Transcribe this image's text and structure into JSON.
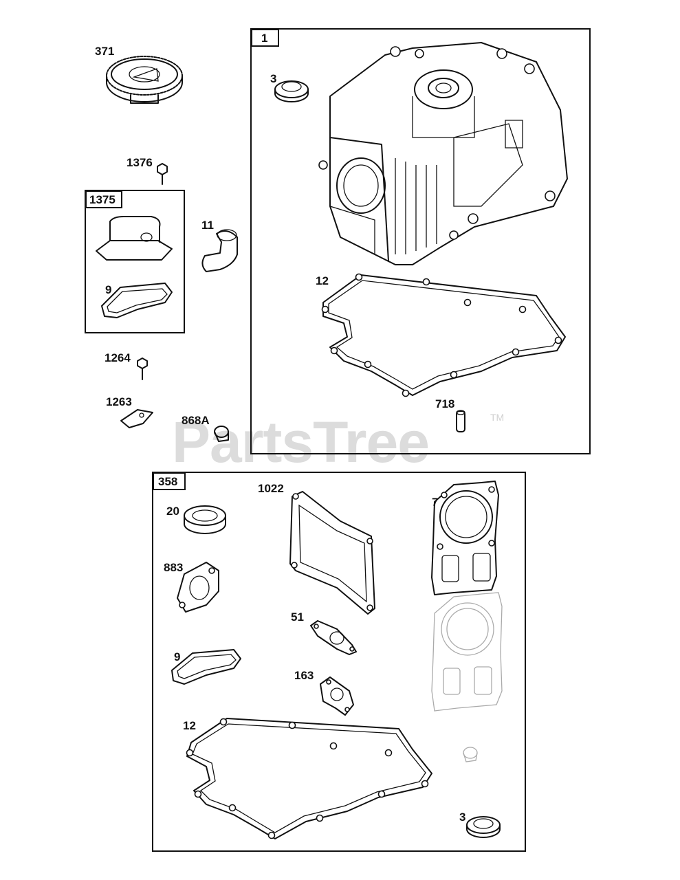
{
  "watermark": {
    "text": "PartsTree",
    "trademark": "TM"
  },
  "boxes": {
    "box_1": "1",
    "box_1375": "1375",
    "box_358": "358"
  },
  "labels": {
    "p371": "371",
    "p1376": "1376",
    "p11": "11",
    "p9_top": "9",
    "p1264": "1264",
    "p1263": "1263",
    "p868a": "868A",
    "p3_top": "3",
    "p12_top": "12",
    "p718": "718",
    "p20": "20",
    "p1022": "1022",
    "p7": "7",
    "p883": "883",
    "p51": "51",
    "p9_bottom": "9",
    "p163": "163",
    "p12_bottom": "12",
    "p3_bottom": "3"
  }
}
